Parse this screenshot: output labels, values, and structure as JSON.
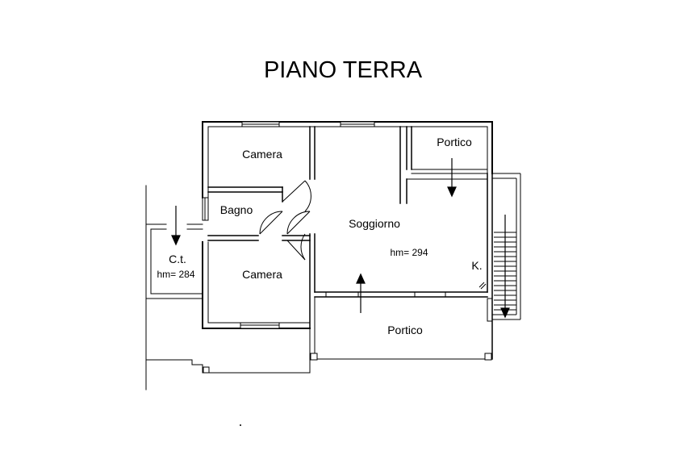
{
  "title": "PIANO TERRA",
  "rooms": {
    "camera_top": "Camera",
    "bagno": "Bagno",
    "camera_bottom": "Camera",
    "soggiorno": "Soggiorno",
    "portico_top": "Portico",
    "portico_bottom": "Portico",
    "ct": "C.t.",
    "kitchen": "K."
  },
  "heights": {
    "soggiorno": "hm= 294",
    "ct": "hm= 284"
  },
  "colors": {
    "ink": "#000000",
    "paper": "#ffffff"
  }
}
